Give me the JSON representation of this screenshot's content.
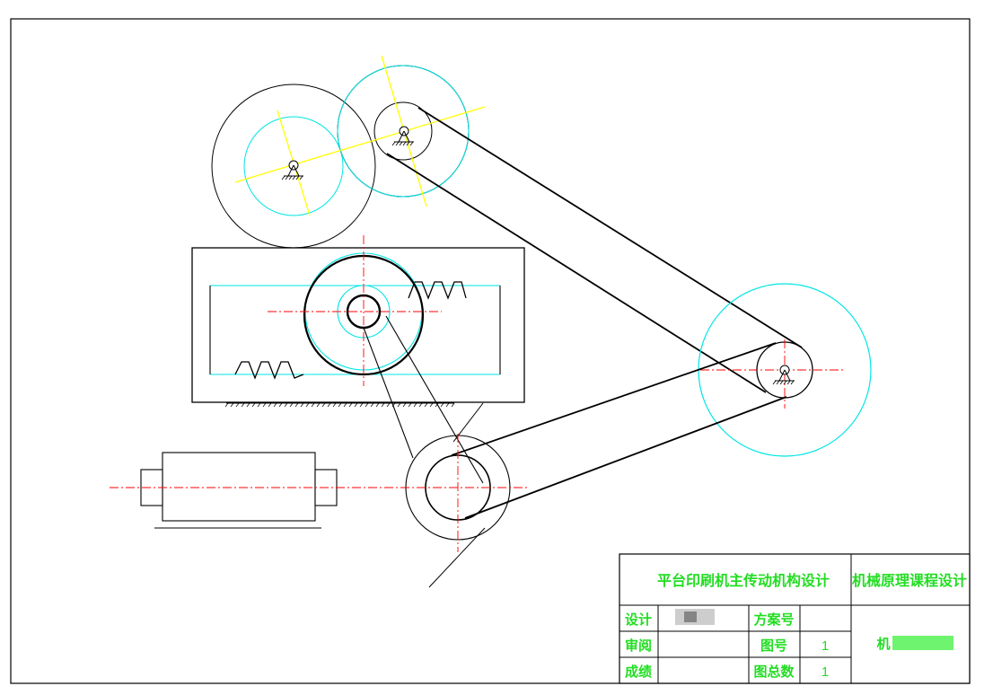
{
  "title_block": {
    "project_title": "平台印刷机主传动机构设计",
    "course_title": "机械原理课程设计",
    "design_label": "设计",
    "design_value": "",
    "review_label": "审阅",
    "review_value": "",
    "grade_label": "成绩",
    "grade_value": "",
    "scheme_no_label": "方案号",
    "scheme_no_value": "",
    "drawing_no_label": "图号",
    "drawing_no_value": "1",
    "total_drawings_label": "图总数",
    "total_drawings_value": "1",
    "class_prefix": "机"
  },
  "colors": {
    "outline": "#000000",
    "pitch_circle": "#00e5e5",
    "center_line": "#ff0000",
    "gear_axis": "#ffff00",
    "title_text": "#22dd22"
  }
}
